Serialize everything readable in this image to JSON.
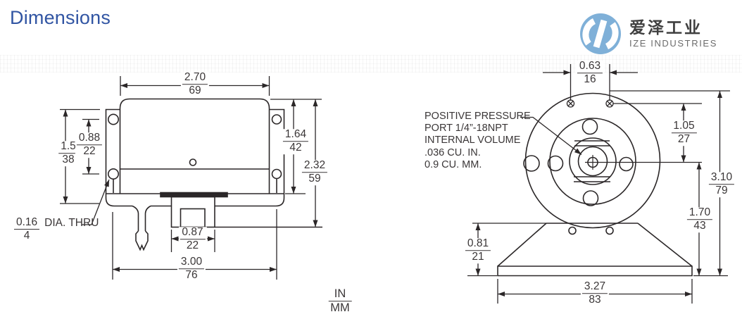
{
  "header": {
    "title": "Dimensions"
  },
  "logo": {
    "company_cn": "爱泽工业",
    "company_en": "IZE INDUSTRIES"
  },
  "units_legend": {
    "top": "IN",
    "bottom": "MM"
  },
  "colors": {
    "accent_blue": "#3155a3",
    "line_color": "#2b2728",
    "logo_blue": "#7fb0d8"
  },
  "left_view": {
    "dims": {
      "width_top": {
        "in": "2.70",
        "mm": "69"
      },
      "height_left_outer": {
        "in": "1.5",
        "mm": "38"
      },
      "hole_spacing_left": {
        "in": "0.88",
        "mm": "22"
      },
      "height_right_inner": {
        "in": "1.64",
        "mm": "42"
      },
      "height_right_outer": {
        "in": "2.32",
        "mm": "59"
      },
      "port_width": {
        "in": "0.87",
        "mm": "22"
      },
      "width_bottom": {
        "in": "3.00",
        "mm": "76"
      },
      "hole_note": {
        "in": "0.16",
        "mm": "4",
        "text": "DIA. THRU"
      }
    }
  },
  "right_view": {
    "dims": {
      "screw_spacing": {
        "in": "0.63",
        "mm": "16"
      },
      "screw_to_center": {
        "in": "1.05",
        "mm": "27"
      },
      "total_height": {
        "in": "3.10",
        "mm": "79"
      },
      "center_to_base": {
        "in": "1.70",
        "mm": "43"
      },
      "base_height": {
        "in": "0.81",
        "mm": "21"
      },
      "base_width": {
        "in": "3.27",
        "mm": "83"
      }
    },
    "note": {
      "lines": [
        "POSITIVE PRESSURE",
        "PORT 1/4”-18NPT",
        "INTERNAL VOLUME",
        ".036 CU. IN.",
        "0.9 CU. MM."
      ]
    }
  }
}
